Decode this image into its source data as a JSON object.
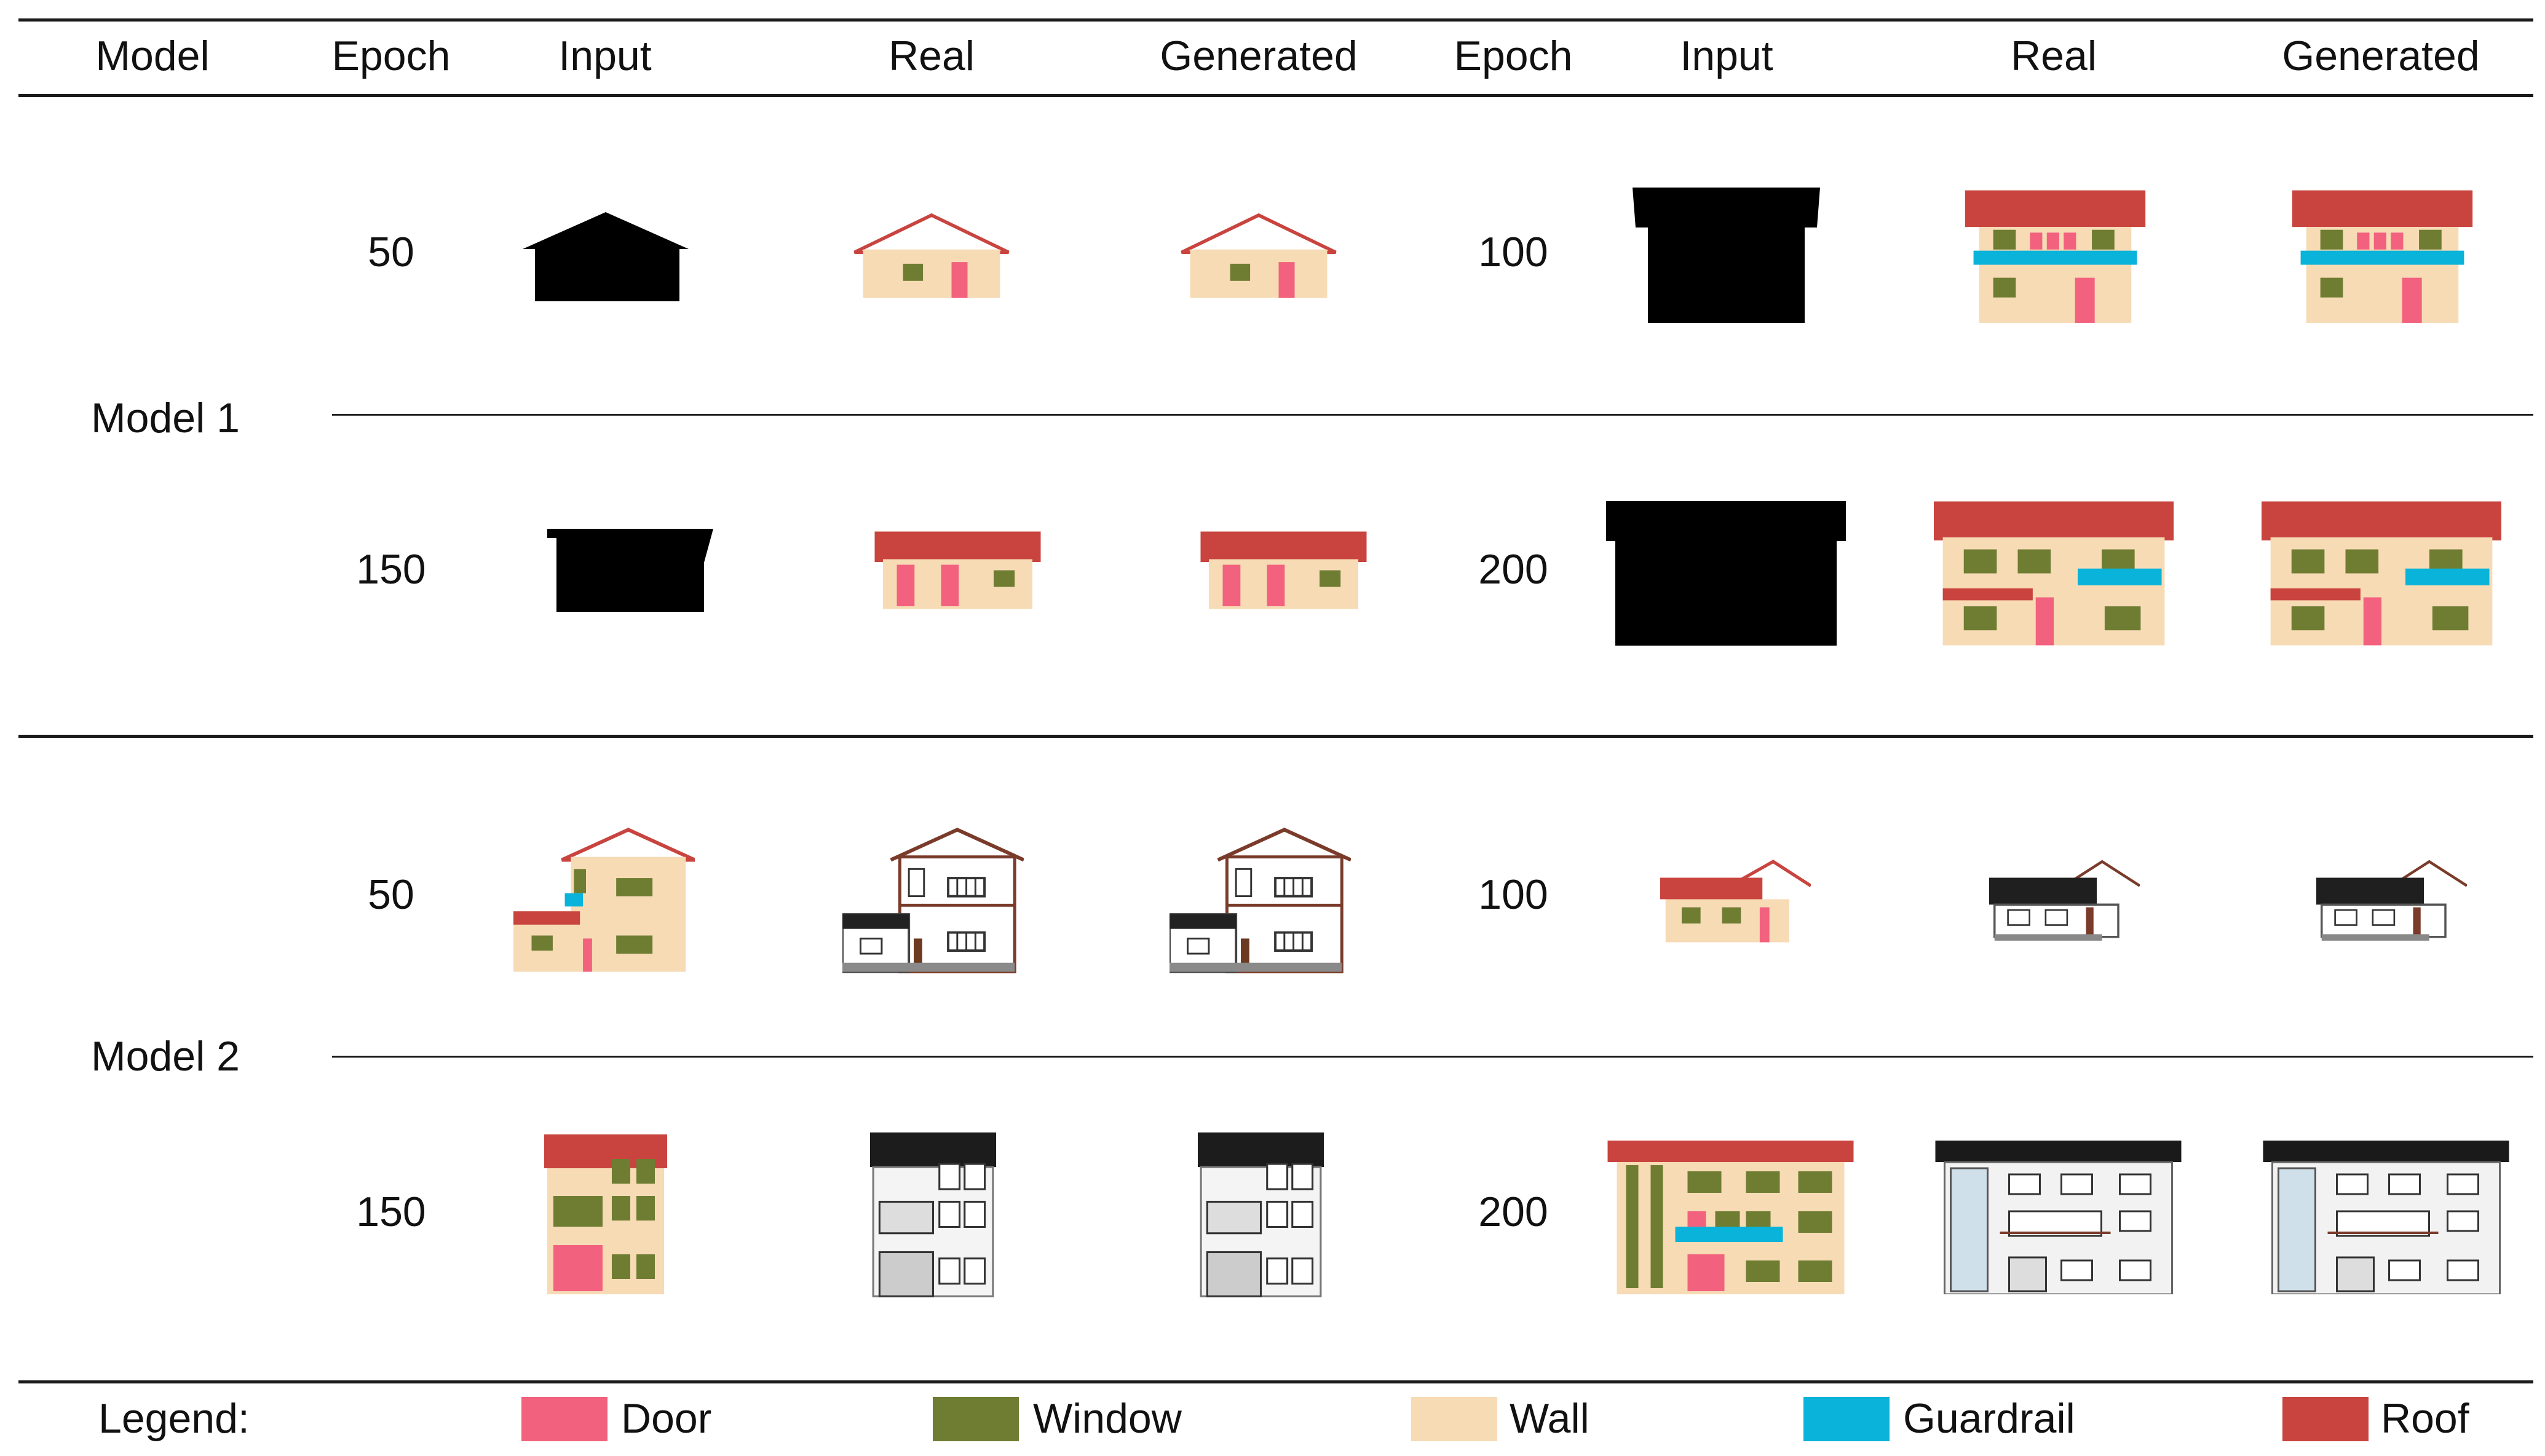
{
  "header": {
    "columns": [
      "Model",
      "Epoch",
      "Input",
      "Real",
      "Generated",
      "Epoch",
      "Input",
      "Real",
      "Generated"
    ]
  },
  "models": [
    {
      "label": "Model 1",
      "rows": [
        {
          "left_epoch": "50",
          "right_epoch": "100"
        },
        {
          "left_epoch": "150",
          "right_epoch": "200"
        }
      ]
    },
    {
      "label": "Model 2",
      "rows": [
        {
          "left_epoch": "50",
          "right_epoch": "100"
        },
        {
          "left_epoch": "150",
          "right_epoch": "200"
        }
      ]
    }
  ],
  "legend": {
    "title": "Legend:",
    "items": [
      {
        "label": "Door",
        "color": "#f2627e"
      },
      {
        "label": "Window",
        "color": "#6e7d32"
      },
      {
        "label": "Wall",
        "color": "#f7dbb5"
      },
      {
        "label": "Guardrail",
        "color": "#0ab3d9"
      },
      {
        "label": "Roof",
        "color": "#c9443f"
      }
    ]
  },
  "colors": {
    "door": "#f2627e",
    "window": "#6e7d32",
    "wall": "#f7dbb5",
    "guardrail": "#0ab3d9",
    "roof": "#c9443f",
    "mask": "#000000",
    "frame": "#7a3b2a",
    "photo_roof": "#222222"
  }
}
